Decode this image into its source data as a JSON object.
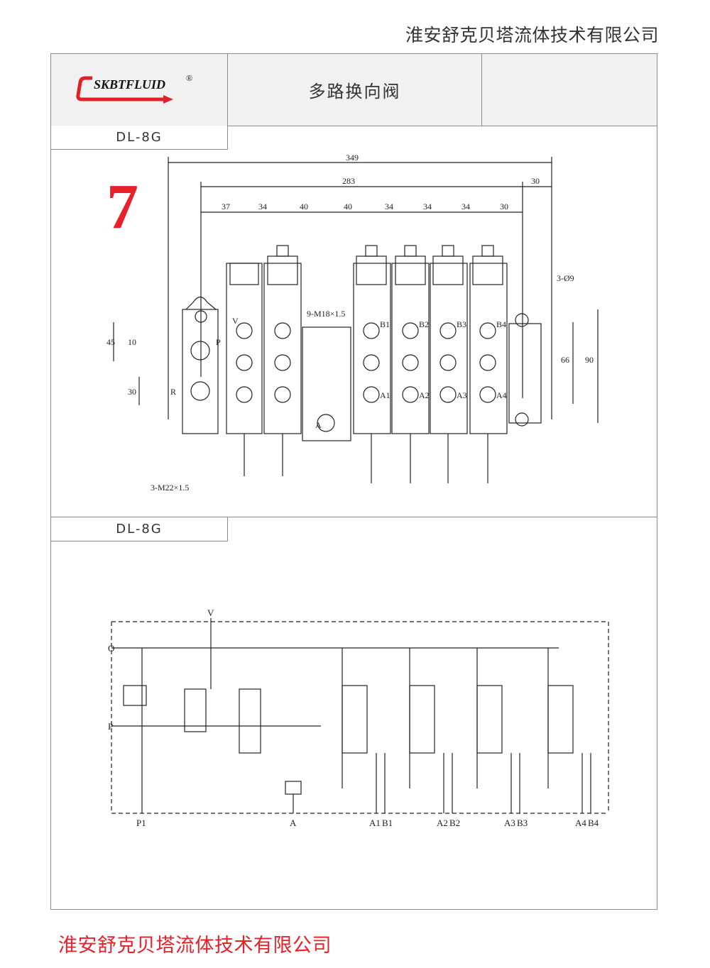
{
  "company_name": "淮安舒克贝塔流体技术有限公司",
  "logo": {
    "text": "SKBTFLUID",
    "registered": "®"
  },
  "product_title": "多路换向阀",
  "model_label": "DL-8G",
  "figure_number": "7",
  "dimensions": {
    "overall": "349",
    "body": "283",
    "side": "30",
    "sections": [
      "37",
      "34",
      "40",
      "40",
      "34",
      "34",
      "34",
      "30"
    ],
    "left": [
      "45",
      "10",
      "30"
    ],
    "right": [
      "66",
      "90"
    ],
    "port_thread": "9-M18×1.5",
    "mount_holes": "3-Ø9",
    "inlet_thread": "3-M22×1.5"
  },
  "ports": {
    "valve_top": "V",
    "return": "R",
    "pressure": "P",
    "aux": "A",
    "work_a": [
      "A1",
      "A2",
      "A3",
      "A4"
    ],
    "work_b": [
      "B1",
      "B2",
      "B3",
      "B4"
    ]
  },
  "schematic": {
    "left_labels": [
      "O",
      "P"
    ],
    "top_label": "V",
    "bottom_labels": [
      "P1",
      "A",
      "A1",
      "B1",
      "A2",
      "B2",
      "A3",
      "B3",
      "A4",
      "B4"
    ]
  },
  "colors": {
    "logo": "#e02228",
    "text": "#222222",
    "accent_red": "#e8202a"
  }
}
